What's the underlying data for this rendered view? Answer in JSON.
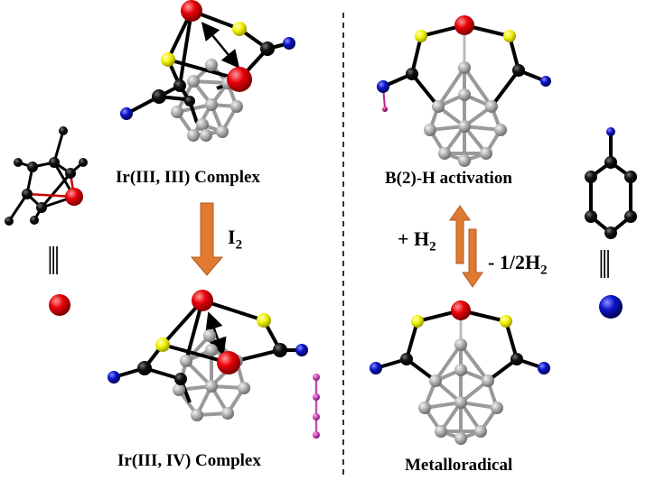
{
  "captions": {
    "ir33": "Ir(III, III) Complex",
    "ir34": "Ir(III, IV) Complex",
    "bh": "B(2)-H activation",
    "metallo": "Metalloradical"
  },
  "reagents": {
    "i2_base": "I",
    "i2_sub": "2",
    "h2_plus_base": "+ H",
    "h2_plus_sub": "2",
    "h2_minus_base": "- 1/2H",
    "h2_minus_sub": "2"
  },
  "legend": {
    "equiv_left": "|||",
    "equiv_right": "|||"
  },
  "colors": {
    "iridium": "#e8000a",
    "sulfur": "#f2f200",
    "carbon": "#000000",
    "nitrogen": "#0a14c8",
    "boron": "#b0b0b0",
    "hydrogen": "#c0208a",
    "iodine": "#d040c0",
    "arrow": "#e07a30"
  }
}
